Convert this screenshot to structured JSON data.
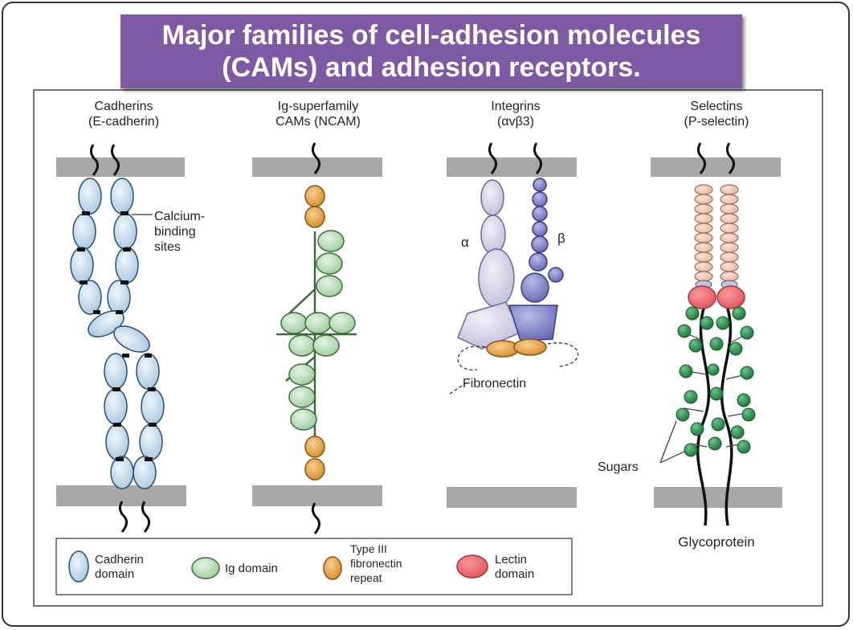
{
  "title": {
    "line1": "Major families of cell-adhesion molecules",
    "line2": "(CAMs) and adhesion receptors."
  },
  "families": {
    "cadherins": {
      "name": "Cadherins",
      "example": "(E-cadherin)"
    },
    "ig": {
      "name": "Ig-superfamily",
      "example": "CAMs (NCAM)"
    },
    "integrins": {
      "name": "Integrins",
      "example": "(αvβ3)"
    },
    "selectins": {
      "name": "Selectins",
      "example": "(P-selectin)"
    }
  },
  "annotations": {
    "calcium_line1": "Calcium-",
    "calcium_line2": "binding",
    "calcium_line3": "sites",
    "alpha": "α",
    "beta": "β",
    "fibronectin": "Fibronectin",
    "sugars": "Sugars",
    "glycoprotein": "Glycoprotein"
  },
  "legend": {
    "cadherin_line1": "Cadherin",
    "cadherin_line2": "domain",
    "ig": "Ig domain",
    "fn_line1": "Type III",
    "fn_line2": "fibronectin",
    "fn_line3": "repeat",
    "lectin_line1": "Lectin",
    "lectin_line2": "domain"
  },
  "colors": {
    "banner": "#7e5aa4",
    "membrane": "#a8a8a8",
    "cadherin_domain": "#cfe2f0",
    "ig_domain": "#bfe0bf",
    "fibronectin_repeat": "#e5a349",
    "lectin_domain": "#ee6d72",
    "sugar": "#2f9050",
    "integrin_alpha": "#d9d7ea",
    "integrin_beta": "#8c8fcc",
    "selectin_repeat": "#f2cfbd"
  }
}
